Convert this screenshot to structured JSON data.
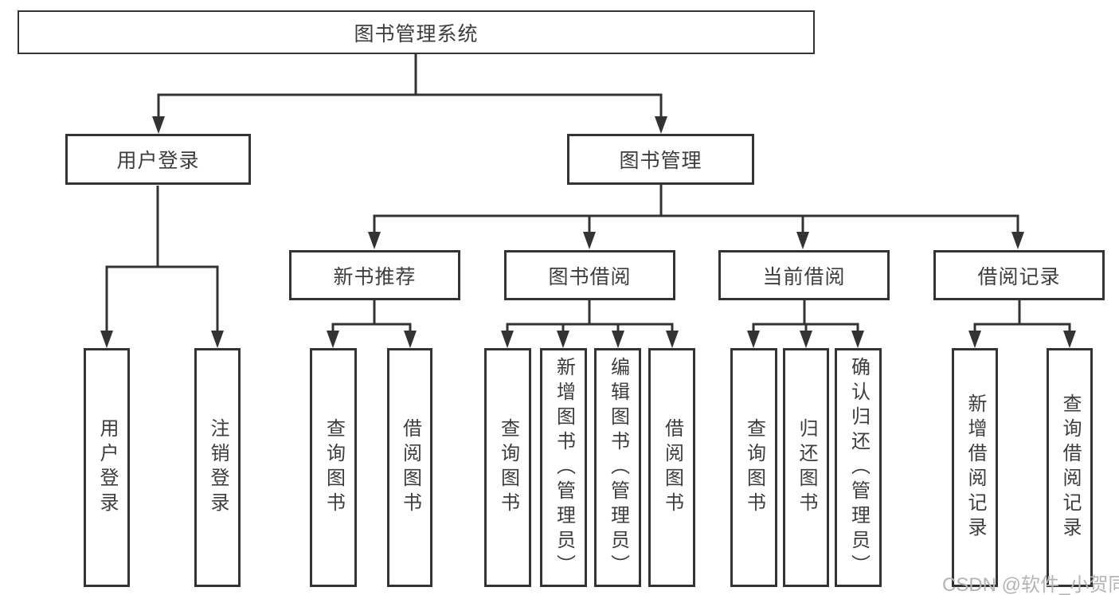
{
  "page": {
    "background": "#ffffff",
    "line_color": "#333333",
    "text_color": "#3d3d3d",
    "watermark_color": "#b4b4b4"
  },
  "tree": {
    "root": "图书管理系统",
    "user_branch": {
      "label": "用户登录",
      "leaves": [
        "用户登录",
        "注销登录"
      ]
    },
    "book_branch": {
      "label": "图书管理",
      "groups": [
        {
          "label": "新书推荐",
          "leaves": [
            "查询图书",
            "借阅图书"
          ]
        },
        {
          "label": "图书借阅",
          "leaves": [
            "查询图书",
            "新增图书（管理员）",
            "编辑图书（管理员）",
            "借阅图书"
          ]
        },
        {
          "label": "当前借阅",
          "leaves": [
            "查询图书",
            "归还图书",
            "确认归还（管理员）"
          ]
        },
        {
          "label": "借阅记录",
          "leaves": [
            "新增借阅记录",
            "查询借阅记录"
          ]
        }
      ]
    }
  },
  "watermark": "CSDN @软件_小贺同学"
}
